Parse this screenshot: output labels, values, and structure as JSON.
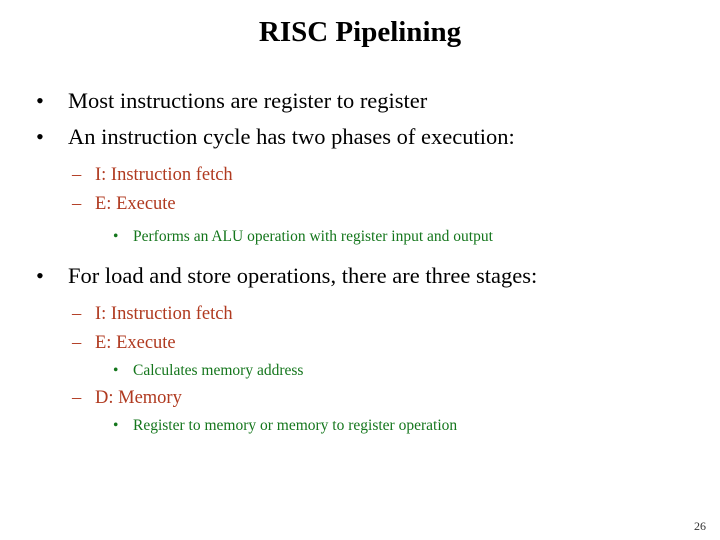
{
  "slide": {
    "title": "RISC Pipelining",
    "page_number": "26",
    "colors": {
      "title": "#000000",
      "level1": "#000000",
      "level2": "#B03A20",
      "level3": "#14761C",
      "background": "#FFFFFF",
      "page_number": "#333333"
    },
    "bullets": {
      "level1_glyph": "•",
      "level2_glyph": "–",
      "level3_glyph": "•"
    },
    "content": [
      {
        "level": 1,
        "text": "Most instructions are register to register"
      },
      {
        "level": 1,
        "text": "An instruction cycle has two phases of execution:"
      },
      {
        "level": 2,
        "text": "I: Instruction fetch"
      },
      {
        "level": 2,
        "text": "E: Execute"
      },
      {
        "level": 3,
        "text": "Performs an ALU operation with register input and output"
      },
      {
        "level": 1,
        "text": "For load and store operations, there are three stages:"
      },
      {
        "level": 2,
        "text": "I: Instruction fetch"
      },
      {
        "level": 2,
        "text": "E: Execute"
      },
      {
        "level": 3,
        "text": "Calculates memory address"
      },
      {
        "level": 2,
        "text": "D: Memory"
      },
      {
        "level": 3,
        "text": "Register to memory or memory to register operation"
      }
    ]
  }
}
